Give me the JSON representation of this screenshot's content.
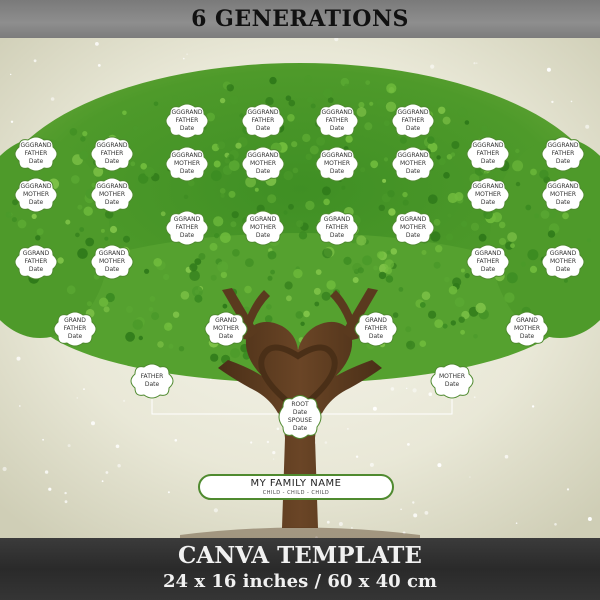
{
  "header": {
    "title": "6 GENERATIONS"
  },
  "footer": {
    "title": "CANVA TEMPLATE",
    "size": "24 x 16 inches / 60 x 40 cm"
  },
  "colors": {
    "banner_dark": "#2e2e2e",
    "banner_light": "#8a8a8a",
    "leaf_green": "#4e9a2a",
    "trunk_brown": "#5a3a1e",
    "frame_green": "#4f8a2f"
  },
  "tree": {
    "row1": [
      {
        "lines": [
          "GGGRAND",
          "FATHER",
          "Date"
        ]
      },
      {
        "lines": [
          "GGGRAND",
          "FATHER",
          "Date"
        ]
      },
      {
        "lines": [
          "GGGRAND",
          "FATHER",
          "Date"
        ]
      },
      {
        "lines": [
          "GGGRAND",
          "FATHER",
          "Date"
        ]
      }
    ],
    "row2": [
      {
        "lines": [
          "GGGRAND",
          "FATHER",
          "Date"
        ]
      },
      {
        "lines": [
          "GGGRAND",
          "FATHER",
          "Date"
        ]
      },
      {
        "lines": [
          "GGGRAND",
          "MOTHER",
          "Date"
        ]
      },
      {
        "lines": [
          "GGGRAND",
          "MOTHER",
          "Date"
        ]
      },
      {
        "lines": [
          "GGGRAND",
          "MOTHER",
          "Date"
        ]
      },
      {
        "lines": [
          "GGGRAND",
          "MOTHER",
          "Date"
        ]
      },
      {
        "lines": [
          "GGGRAND",
          "FATHER",
          "Date"
        ]
      },
      {
        "lines": [
          "GGGRAND",
          "FATHER",
          "Date"
        ]
      }
    ],
    "row3": [
      {
        "lines": [
          "GGGRAND",
          "MOTHER",
          "Date"
        ]
      },
      {
        "lines": [
          "GGGRAND",
          "MOTHER",
          "Date"
        ]
      },
      {
        "lines": [
          "GGGRAND",
          "MOTHER",
          "Date"
        ]
      },
      {
        "lines": [
          "GGGRAND",
          "MOTHER",
          "Date"
        ]
      }
    ],
    "row4": [
      {
        "lines": [
          "GGRAND",
          "FATHER",
          "Date"
        ]
      },
      {
        "lines": [
          "GGRAND",
          "MOTHER",
          "Date"
        ]
      },
      {
        "lines": [
          "GGRAND",
          "FATHER",
          "Date"
        ]
      },
      {
        "lines": [
          "GGRAND",
          "MOTHER",
          "Date"
        ]
      }
    ],
    "row5": [
      {
        "lines": [
          "GGRAND",
          "FATHER",
          "Date"
        ]
      },
      {
        "lines": [
          "GGRAND",
          "MOTHER",
          "Date"
        ]
      },
      {
        "lines": [
          "GGRAND",
          "FATHER",
          "Date"
        ]
      },
      {
        "lines": [
          "GGRAND",
          "MOTHER",
          "Date"
        ]
      }
    ],
    "row6": [
      {
        "lines": [
          "GRAND",
          "FATHER",
          "Date"
        ]
      },
      {
        "lines": [
          "GRAND",
          "MOTHER",
          "Date"
        ]
      },
      {
        "lines": [
          "GRAND",
          "FATHER",
          "Date"
        ]
      },
      {
        "lines": [
          "GRAND",
          "MOTHER",
          "Date"
        ]
      }
    ],
    "parents": [
      {
        "lines": [
          "FATHER",
          "Date"
        ]
      },
      {
        "lines": [
          "MOTHER",
          "Date"
        ]
      }
    ],
    "root": {
      "lines": [
        "ROOT",
        "Date",
        "SPOUSE",
        "Date"
      ]
    },
    "family_name": "MY FAMILY NAME",
    "children": "CHILD - CHILD - CHILD"
  }
}
